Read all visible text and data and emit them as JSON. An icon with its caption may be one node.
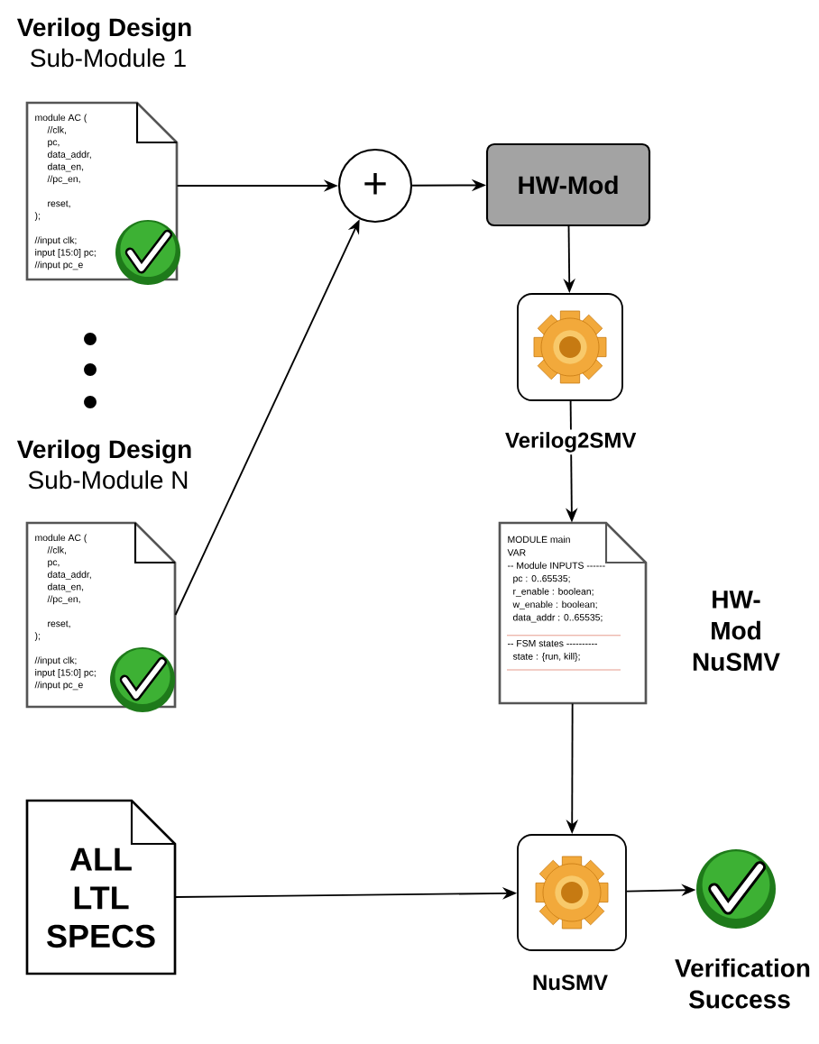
{
  "diagram": {
    "nodes": [
      {
        "text": [
          "Verilog Design",
          "Sub-Module 1",
          "module AC (",
          "//clk,",
          "pc,",
          "data_addr,",
          "data_en,",
          "//pc_en,",
          "reset,",
          ");",
          "//input clk;",
          "input [15:0] pc;",
          "//input pc_e"
        ]
      },
      {
        "text": [
          "Verilog Design",
          "Sub-Module N",
          "module AC (",
          "//clk,",
          "pc,",
          "data_addr,",
          "data_en,",
          "//pc_en,",
          "reset,",
          ");",
          "//input clk;",
          "input [15:0] pc;",
          "//input pc_e"
        ]
      },
      {
        "text": [
          "+"
        ]
      },
      {
        "text": [
          "HW-Mod"
        ]
      },
      {
        "text": [],
        "shape": "box",
        "beside": [
          "Verilog2SMV"
        ]
      },
      {
        "text": [
          "MODULE main",
          "VAR",
          "-- Module INPUTS ------",
          "pc : 0..65535;",
          "r_enable : boolean;",
          "w_enable : boolean;",
          "data_addr : 0..65535;",
          "-- FSM states ----------",
          "state : {run, kill};"
        ],
        "beside": [
          "HW-Mod NuSMV"
        ]
      },
      {
        "text": [
          "ALL LTL SPECS"
        ]
      },
      {
        "text": [],
        "shape": "box",
        "beside": [
          "NuSMV"
        ]
      },
      {
        "text": [],
        "shape": "circle",
        "beside": [
          "Verification Success"
        ]
      }
    ],
    "edges": [
      {
        "from": 0,
        "to": 2,
        "arrow": "to"
      },
      {
        "from": 1,
        "to": 2,
        "arrow": "to"
      },
      {
        "from": 2,
        "to": 3,
        "arrow": "to"
      },
      {
        "from": 3,
        "to": 4,
        "arrow": "to"
      },
      {
        "from": 4,
        "to": 5,
        "arrow": "to"
      },
      {
        "from": 5,
        "to": 7,
        "arrow": "to"
      },
      {
        "from": 6,
        "to": 7,
        "arrow": "to"
      },
      {
        "from": 7,
        "to": 8,
        "arrow": "to"
      }
    ]
  }
}
